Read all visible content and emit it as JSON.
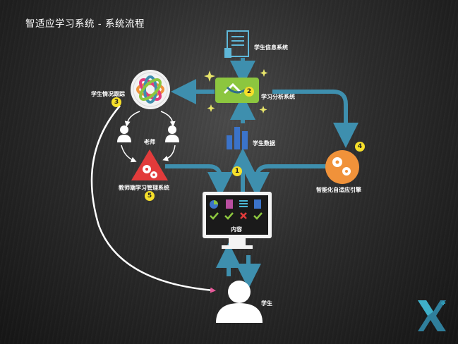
{
  "title": "智适应学习系统 - 系统流程",
  "nodes": {
    "student_info_system": {
      "label": "学生信息系统"
    },
    "learning_analytics": {
      "label": "学习分析系统",
      "badge": "2"
    },
    "student_tracking": {
      "label": "学生情况跟踪",
      "badge": "3"
    },
    "teacher": {
      "label": "老师"
    },
    "student_data": {
      "label": "学生数据"
    },
    "adaptive_engine": {
      "label": "智能化自适应引擎",
      "badge": "4"
    },
    "teacher_lms": {
      "label": "教师端学习管理系统",
      "badge": "5"
    },
    "content": {
      "label": "内容",
      "badge": "1"
    },
    "student": {
      "label": "学生"
    }
  },
  "colors": {
    "arrow": "#3e8fae",
    "analytics_box": "#8cc63f",
    "engine": "#f0923a",
    "lms_triangle": "#e23b3b",
    "badge": "#f7e02a"
  }
}
